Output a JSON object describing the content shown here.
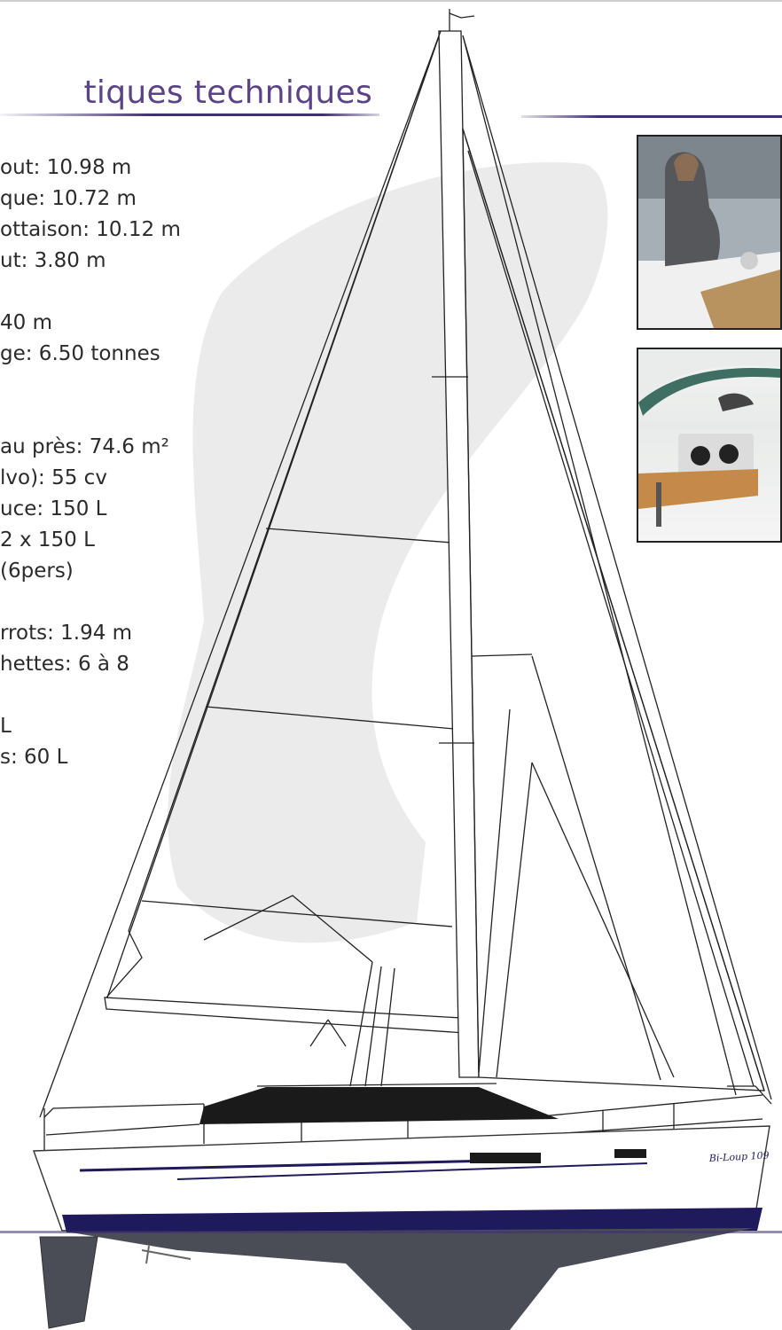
{
  "heading": "tiques techniques",
  "specs": [
    "out: 10.98 m",
    "que: 10.72 m",
    "ottaison: 10.12 m",
    "ut: 3.80 m",
    "40 m",
    "ge: 6.50 tonnes",
    "au près: 74.6 m²",
    "lvo): 55 cv",
    "uce: 150 L",
    "2 x 150 L",
    "(6pers)",
    "rrots: 1.94 m",
    "hettes: 6 à 8",
    "L",
    "s: 60 L"
  ],
  "hull_script": "Bi-Loup 109",
  "colors": {
    "heading": "#5a4386",
    "rule": "#3e2f6f",
    "hull_stripe": "#1e1a5c",
    "keel": "#4a4d55",
    "deck_dark": "#1a1a1a",
    "text": "#2b2b2b"
  }
}
